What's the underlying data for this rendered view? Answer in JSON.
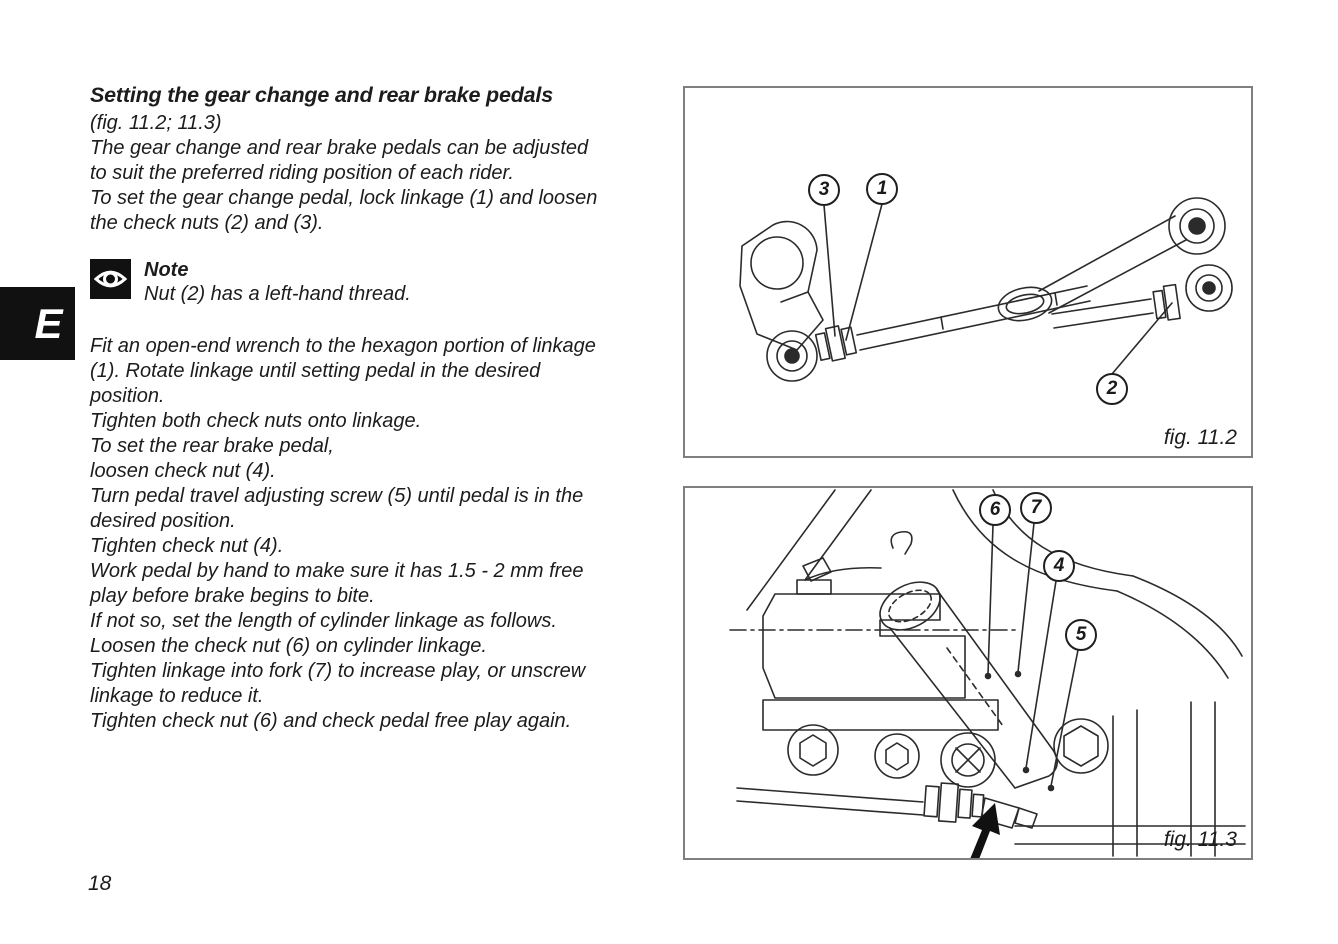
{
  "page": {
    "number": "18",
    "section_tab": "E"
  },
  "article": {
    "heading": "Setting the gear change and rear brake pedals",
    "intro_lines": [
      "(fig. 11.2; 11.3)",
      "The gear change and rear brake pedals can be adjusted",
      "to suit the preferred riding position of each rider.",
      "To set the gear change pedal, lock linkage (1) and loosen",
      "the check nuts (2) and (3)."
    ],
    "note": {
      "icon": "eye-icon",
      "label": "Note",
      "text": "Nut (2) has a left-hand thread."
    },
    "body_lines": [
      "Fit an open-end wrench to the hexagon portion of linkage",
      "(1). Rotate linkage until setting pedal in the desired",
      "position.",
      "Tighten both check nuts onto linkage.",
      "To set the rear brake pedal,",
      "loosen check nut (4).",
      "Turn pedal travel adjusting screw (5) until pedal is in the",
      "desired position.",
      "Tighten check nut (4).",
      "Work pedal by hand to make sure it has 1.5 - 2 mm free",
      "play before brake begins to bite.",
      "If not so, set the length of cylinder linkage as follows.",
      "Loosen the check nut (6) on cylinder linkage.",
      "Tighten linkage into fork (7) to increase play, or unscrew",
      "linkage to reduce it.",
      "Tighten check nut (6) and check pedal free play again."
    ]
  },
  "figures": [
    {
      "id": "fig-11-2",
      "caption": "fig. 11.2",
      "callouts": [
        "3",
        "1",
        "2"
      ]
    },
    {
      "id": "fig-11-3",
      "caption": "fig. 11.3",
      "callouts": [
        "6",
        "7",
        "4",
        "5"
      ]
    }
  ],
  "colors": {
    "ink": "#1c1c1c",
    "figure_border": "#7f7f7f",
    "tab_bg": "#111111",
    "tab_fg": "#ffffff"
  }
}
